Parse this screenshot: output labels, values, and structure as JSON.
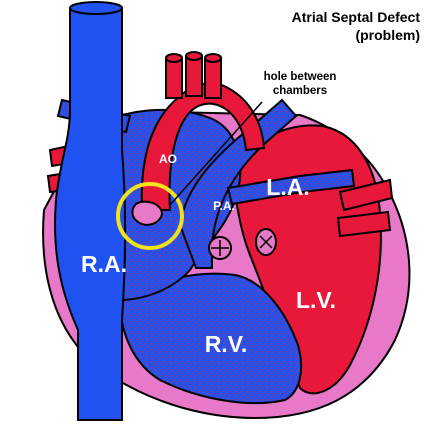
{
  "title": {
    "line1": "Atrial Septal Defect",
    "line2": "(problem)"
  },
  "annotation": {
    "line1": "hole between",
    "line2": "chambers"
  },
  "labels": {
    "ao": "AO",
    "pa": "P.A.",
    "la": "L.A.",
    "ra": "R.A.",
    "lv": "L.V.",
    "rv": "R.V."
  },
  "colors": {
    "oxygenated": "#e8183a",
    "deoxygenated": "#1f52f0",
    "mixed_speckle": "#d8284a",
    "muscle": "#e878c8",
    "highlight_ring": "#f2e21c",
    "outline": "#000000"
  }
}
